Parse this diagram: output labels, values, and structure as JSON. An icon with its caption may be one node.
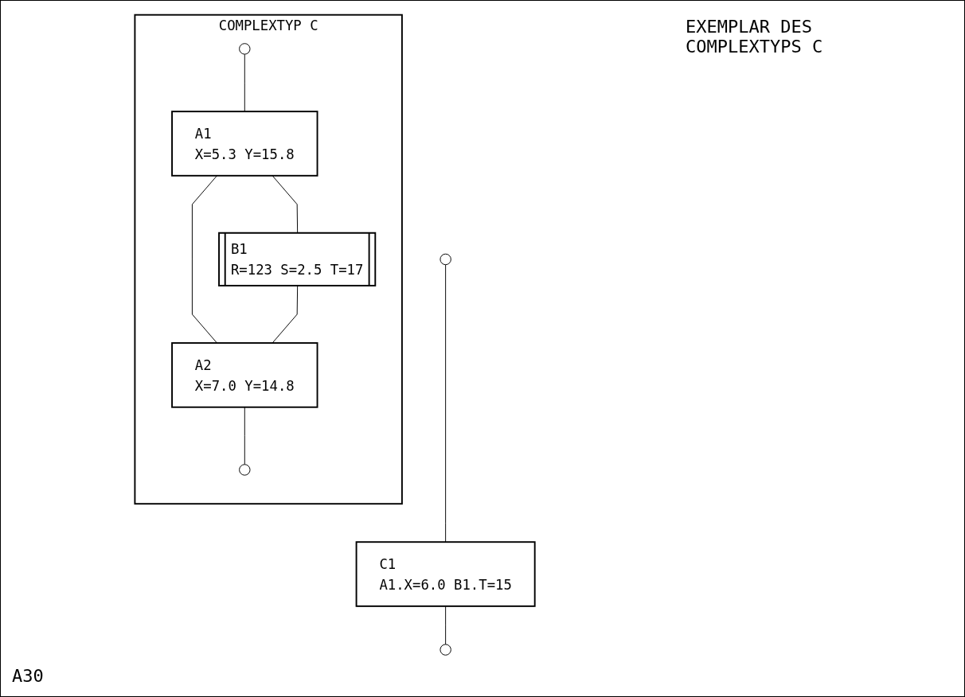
{
  "diagram": {
    "nodes": [
      {
        "text": [
          "COMPLEXTYP C"
        ]
      },
      {
        "text": [],
        "shape": "circle",
        "in": 0
      },
      {
        "text": [
          "A1",
          "X=5.3 Y=15.8"
        ],
        "in": 0
      },
      {
        "text": [
          "B1",
          "R=123 S=2.5 T=17"
        ],
        "in": 0
      },
      {
        "text": [
          "A2",
          "X=7.0 Y=14.8"
        ],
        "in": 0
      },
      {
        "text": [],
        "shape": "circle",
        "in": 0
      },
      {
        "text": [],
        "shape": "circle"
      },
      {
        "text": [
          "C1",
          "A1.X=6.0 B1.T=15"
        ]
      },
      {
        "text": [],
        "shape": "circle"
      }
    ],
    "edges": [
      {
        "from": 1,
        "to": 2,
        "arrow": "none"
      },
      {
        "from": 2,
        "to": 3,
        "arrow": "none"
      },
      {
        "from": 2,
        "to": 4,
        "arrow": "none"
      },
      {
        "from": 3,
        "to": 4,
        "arrow": "none"
      },
      {
        "from": 4,
        "to": 5,
        "arrow": "none"
      },
      {
        "from": 6,
        "to": 7,
        "arrow": "none"
      },
      {
        "from": 7,
        "to": 8,
        "arrow": "none"
      }
    ],
    "labels": [
      "EXEMPLAR DES COMPLEXTYPS C",
      "A30"
    ]
  }
}
